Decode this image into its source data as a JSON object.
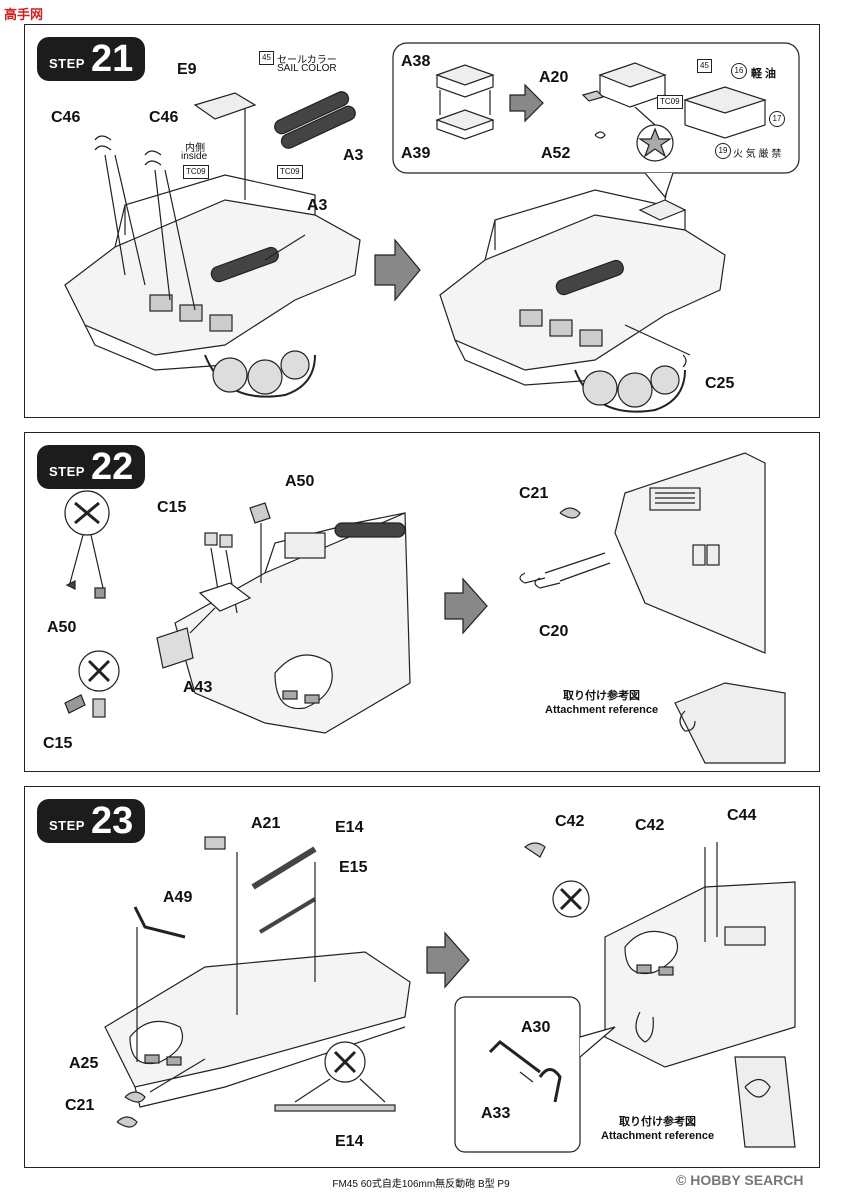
{
  "watermark_top": "高手网",
  "watermark_bottom": "© HOBBY SEARCH",
  "footer": "FM45 60式自走106mm無反動砲 B型 P9",
  "step21": {
    "step_word": "STEP",
    "step_num": "21",
    "labels": {
      "e9": "E9",
      "c46a": "C46",
      "c46b": "C46",
      "a3_top": "A3",
      "a3_mid": "A3",
      "a38": "A38",
      "a39": "A39",
      "a20": "A20",
      "a52": "A52",
      "c25": "C25"
    },
    "inside_jp": "内側",
    "inside_en": "inside",
    "tc09": "TC09",
    "sail_num": "45",
    "sail_jp": "セールカラー",
    "sail_en": "SAIL COLOR",
    "decal_45": "45",
    "decal_tc09": "TC09",
    "decal_16": "16",
    "decal_16_text": "軽 油",
    "decal_17": "17",
    "decal_19": "19",
    "decal_19_text": "火 気 厳 禁"
  },
  "step22": {
    "step_word": "STEP",
    "step_num": "22",
    "labels": {
      "a50": "A50",
      "a50b": "A50",
      "c15": "C15",
      "c15b": "C15",
      "a43": "A43",
      "c21": "C21",
      "c20": "C20"
    },
    "ref_jp": "取り付け参考図",
    "ref_en": "Attachment reference"
  },
  "step23": {
    "step_word": "STEP",
    "step_num": "23",
    "labels": {
      "a21": "A21",
      "e14": "E14",
      "e15": "E15",
      "a49": "A49",
      "a25": "A25",
      "c21": "C21",
      "e14b": "E14",
      "c42a": "C42",
      "c42b": "C42",
      "c44": "C44",
      "a30": "A30",
      "a33": "A33"
    },
    "ref_jp": "取り付け参考図",
    "ref_en": "Attachment reference"
  }
}
